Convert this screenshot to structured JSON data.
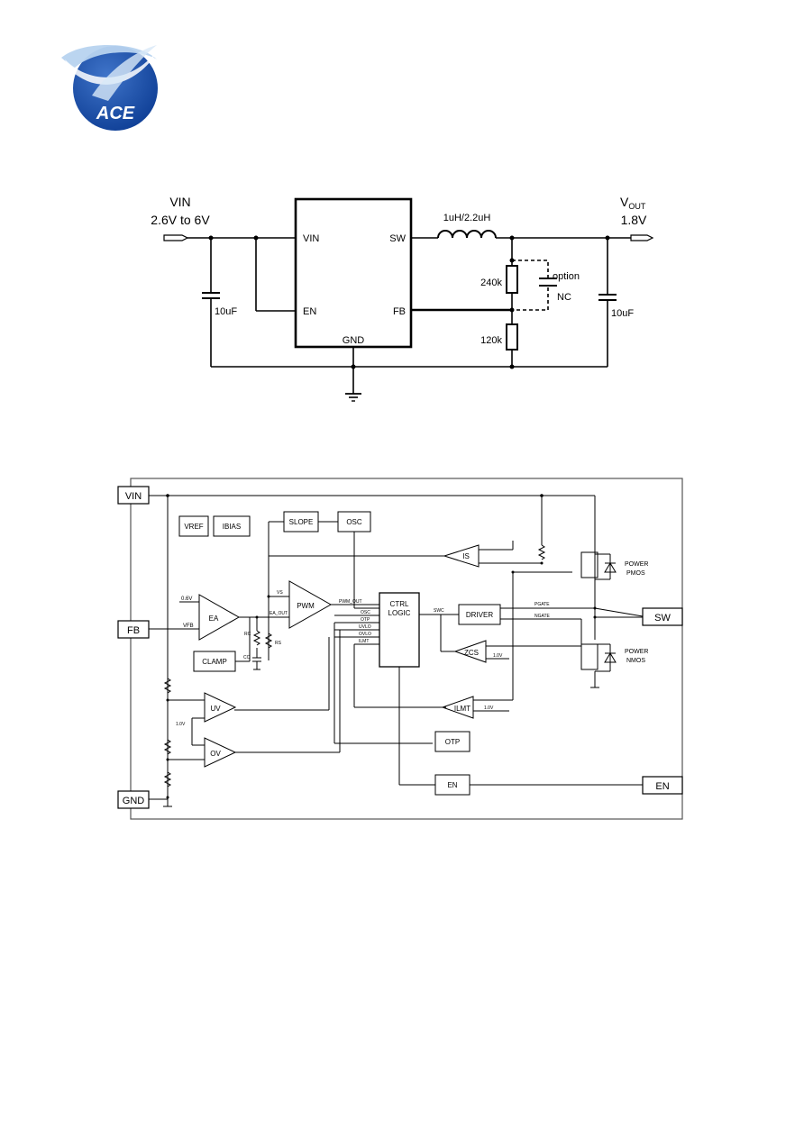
{
  "logo": {
    "text": "ACE"
  },
  "application_circuit": {
    "vin_label": "VIN",
    "vin_range": "2.6V to 6V",
    "vout_label_main": "V",
    "vout_label_sub": "OUT",
    "vout_value": "1.8V",
    "inductor": "1uH/2.2uH",
    "cin": "10uF",
    "cout": "10uF",
    "r_top": "240k",
    "r_bottom": "120k",
    "option_label": "option",
    "nc_label": "NC",
    "ic_pins": {
      "vin": "VIN",
      "en": "EN",
      "sw": "SW",
      "fb": "FB",
      "gnd": "GND"
    }
  },
  "block_diagram": {
    "pins": {
      "vin": "VIN",
      "fb": "FB",
      "gnd": "GND",
      "sw": "SW",
      "en": "EN"
    },
    "blocks": {
      "vref": "VREF",
      "ibias": "IBIAS",
      "slope": "SLOPE",
      "osc": "OSC",
      "ea": "EA",
      "pwm": "PWM",
      "clamp": "CLAMP",
      "ctrl_line1": "CTRL",
      "ctrl_line2": "LOGIC",
      "driver": "DRIVER",
      "is": "IS",
      "zcs": "ZCS",
      "ilmt": "ILMT",
      "uv": "UV",
      "ov": "OV",
      "otp": "OTP",
      "en_block": "EN"
    },
    "labels": {
      "v06": "0.6V",
      "vfb": "VFB",
      "vs": "VS",
      "ea_out": "EA_OUT",
      "rc": "RC",
      "cc": "CC",
      "rs": "RS",
      "pwm_out": "PWM_OUT",
      "osc_sig": "OSC",
      "otp_sig": "OTP",
      "uvlo": "UVLO",
      "ovlo": "OVLO",
      "ilmt_sig": "ILMT",
      "swc": "SWC",
      "pgate": "PGATE",
      "ngate": "NGATE",
      "v10_zcs": "1.0V",
      "v10_ilmt": "1.0V",
      "v10_uv": "1.0V",
      "power_pmos_1": "POWER",
      "power_pmos_2": "PMOS",
      "power_nmos_1": "POWER",
      "power_nmos_2": "NMOS"
    }
  }
}
